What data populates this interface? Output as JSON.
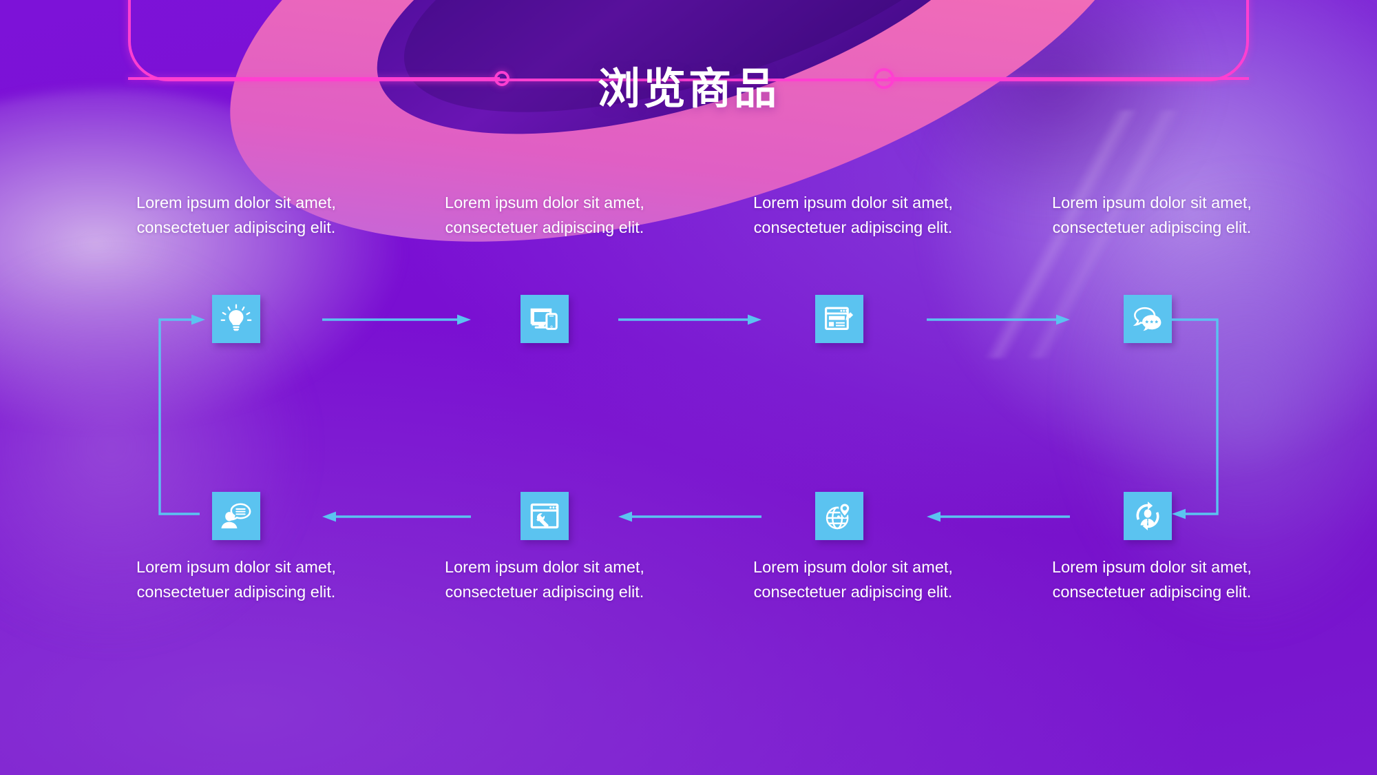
{
  "slide": {
    "title": "浏览商品",
    "background_color": "#7b0fd4",
    "accent_pink": "#ff3fd1",
    "accent_cyan": "#5bc3f0",
    "tile_color": "#5bc3f0",
    "text_color": "#ffffff"
  },
  "decor": {
    "frame": "rounded-pink-frame",
    "ribbon": "3d-torus-ribbon",
    "node_left": "circle-node",
    "node_right": "circle-node"
  },
  "steps": [
    {
      "id": 1,
      "icon": "lightbulb-icon",
      "text": "Lorem ipsum dolor sit amet, consectetuer adipiscing elit."
    },
    {
      "id": 2,
      "icon": "responsive-devices-icon",
      "text": "Lorem ipsum dolor sit amet, consectetuer adipiscing elit."
    },
    {
      "id": 3,
      "icon": "web-design-pencil-icon",
      "text": "Lorem ipsum dolor sit amet, consectetuer adipiscing elit."
    },
    {
      "id": 4,
      "icon": "chat-review-stars-icon",
      "text": "Lorem ipsum dolor sit amet, consectetuer adipiscing elit."
    },
    {
      "id": 5,
      "icon": "customer-cycle-icon",
      "text": "Lorem ipsum dolor sit amet, consectetuer adipiscing elit."
    },
    {
      "id": 6,
      "icon": "globe-location-pin-icon",
      "text": "Lorem ipsum dolor sit amet, consectetuer adipiscing elit."
    },
    {
      "id": 7,
      "icon": "browser-wrench-icon",
      "text": "Lorem ipsum dolor sit amet, consectetuer adipiscing elit."
    },
    {
      "id": 8,
      "icon": "person-chat-icon",
      "text": "Lorem ipsum dolor sit amet, consectetuer adipiscing elit."
    }
  ],
  "connectors": {
    "top_1_2": "arrow-right",
    "top_2_3": "arrow-right",
    "top_3_4": "arrow-right",
    "right_down": "arrow-down-bracket",
    "bot_5_6": "arrow-left",
    "bot_6_7": "arrow-left",
    "bot_7_8": "arrow-left",
    "left_up": "arrow-up-bracket"
  }
}
